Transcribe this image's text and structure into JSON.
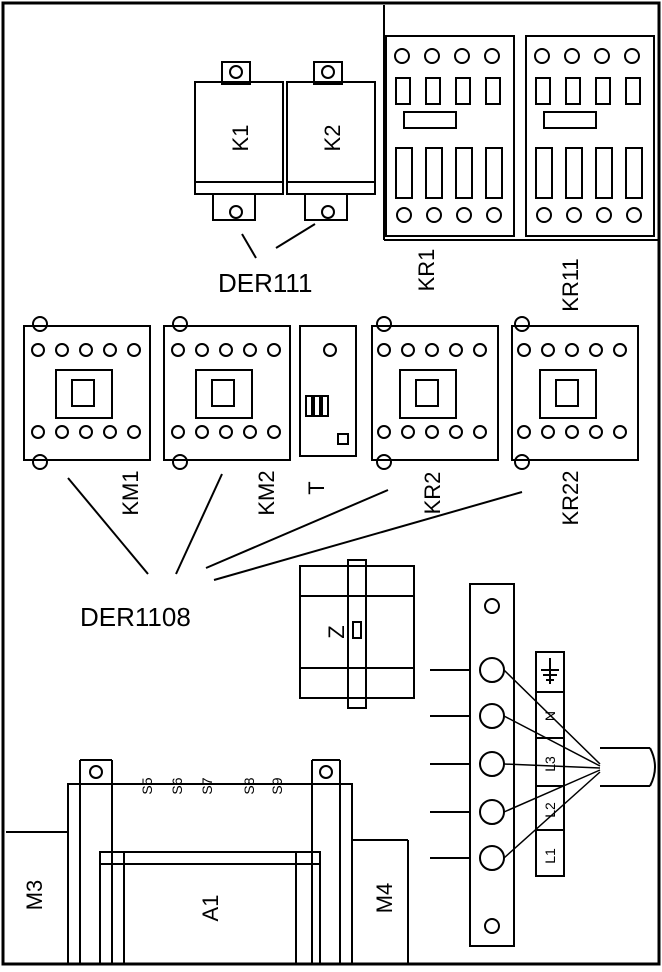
{
  "callouts": {
    "der111": "DER111",
    "der1108": "DER1108"
  },
  "relays": {
    "k1": "K1",
    "k2": "K2"
  },
  "contactors": {
    "kr1": "KR1",
    "kr11": "KR11",
    "km1": "KM1",
    "km2": "KM2",
    "kr2": "KR2",
    "kr22": "KR22"
  },
  "transformer": "T",
  "filter": "Z",
  "terminals": [
    "L1",
    "L2",
    "L3",
    "N"
  ],
  "selectors": [
    "S5",
    "S6",
    "S7",
    "S8",
    "S9"
  ],
  "board": "A1",
  "motors": {
    "m3": "M3",
    "m4": "M4"
  }
}
